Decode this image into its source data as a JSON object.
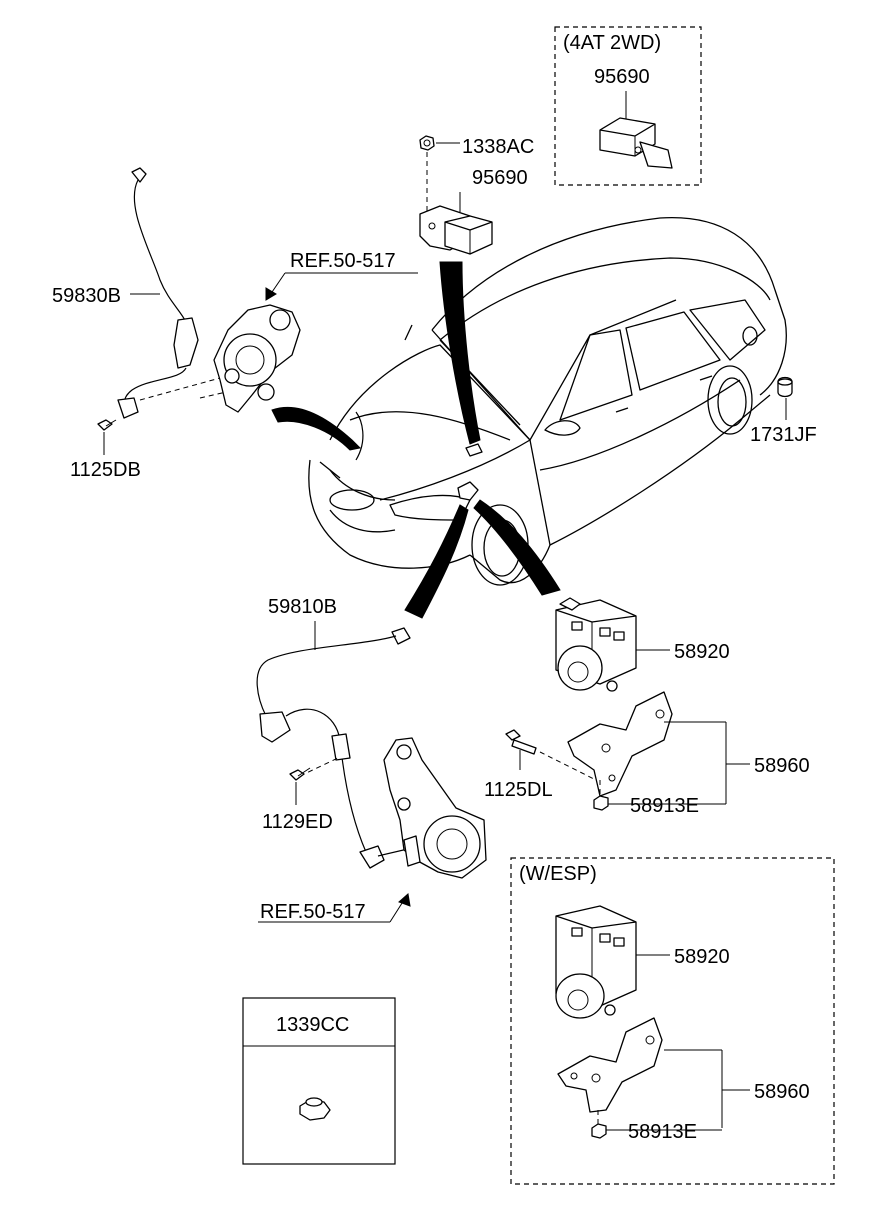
{
  "labels": {
    "box_4at_title": "(4AT 2WD)",
    "box_4at_part": "95690",
    "part_1338ac": "1338AC",
    "part_95690": "95690",
    "ref_top": "REF.50-517",
    "part_59830b": "59830B",
    "part_1125db": "1125DB",
    "part_1731jf": "1731JF",
    "part_59810b": "59810B",
    "part_58920": "58920",
    "part_1125dl": "1125DL",
    "part_58960": "58960",
    "part_58913e": "58913E",
    "part_1129ed": "1129ED",
    "ref_bottom": "REF.50-517",
    "box_1339cc_title": "1339CC",
    "box_wesp_title": "(W/ESP)",
    "wesp_58920": "58920",
    "wesp_58960": "58960",
    "wesp_58913e": "58913E"
  },
  "colors": {
    "line": "#000000",
    "background": "#ffffff"
  }
}
